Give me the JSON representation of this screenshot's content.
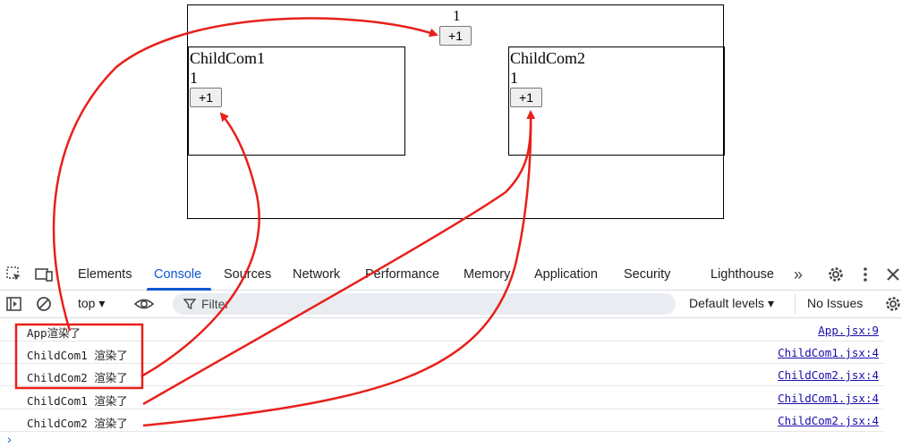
{
  "app": {
    "count": "1",
    "button_label": "+1",
    "children": [
      {
        "title": "ChildCom1",
        "count": "1",
        "button_label": "+1"
      },
      {
        "title": "ChildCom2",
        "count": "1",
        "button_label": "+1"
      }
    ]
  },
  "devtools": {
    "tabs": [
      "Elements",
      "Console",
      "Sources",
      "Network",
      "Performance",
      "Memory",
      "Application",
      "Security",
      "Lighthouse"
    ],
    "active_tab": "Console",
    "toolbar": {
      "context": "top",
      "filter_placeholder": "Filter",
      "levels": "Default levels",
      "issues": "No Issues"
    },
    "console": [
      {
        "message": "App渲染了",
        "source": "App.jsx:9"
      },
      {
        "message": "ChildCom1 渲染了",
        "source": "ChildCom1.jsx:4"
      },
      {
        "message": "ChildCom2 渲染了",
        "source": "ChildCom2.jsx:4"
      },
      {
        "message": "ChildCom1 渲染了",
        "source": "ChildCom1.jsx:4"
      },
      {
        "message": "ChildCom2 渲染了",
        "source": "ChildCom2.jsx:4"
      }
    ],
    "prompt": "›"
  },
  "colors": {
    "annotation": "#e8201a",
    "accent": "#0b57d0",
    "link": "#1a0dab"
  }
}
